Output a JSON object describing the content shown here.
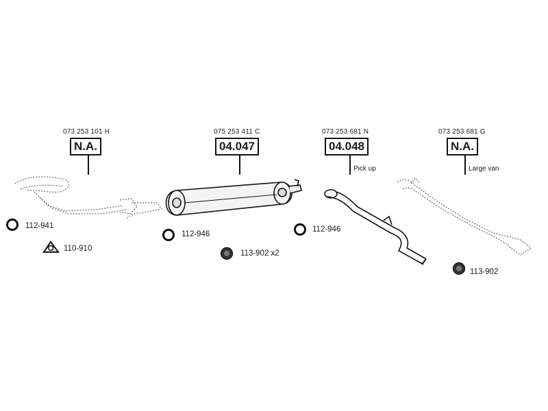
{
  "groups": [
    {
      "oem": "073 253 101 H",
      "code": "N.A."
    },
    {
      "oem": "075 253 411 C",
      "code": "04.047"
    },
    {
      "oem": "073 253 681 N",
      "code": "04.048",
      "note": "Pick up"
    },
    {
      "oem": "073 253 681 G",
      "code": "N.A.",
      "note": "Large van"
    }
  ],
  "parts": [
    {
      "label": "112-941",
      "icon": "gasket-ring-icon"
    },
    {
      "label": "110-910",
      "icon": "flange-gasket-icon"
    },
    {
      "label": "112-946",
      "icon": "gasket-ring-icon"
    },
    {
      "label": "113-902 x2",
      "icon": "rubber-mount-icon"
    },
    {
      "label": "112-946",
      "icon": "gasket-ring-icon"
    },
    {
      "label": "113-902",
      "icon": "rubber-mount-icon"
    }
  ]
}
